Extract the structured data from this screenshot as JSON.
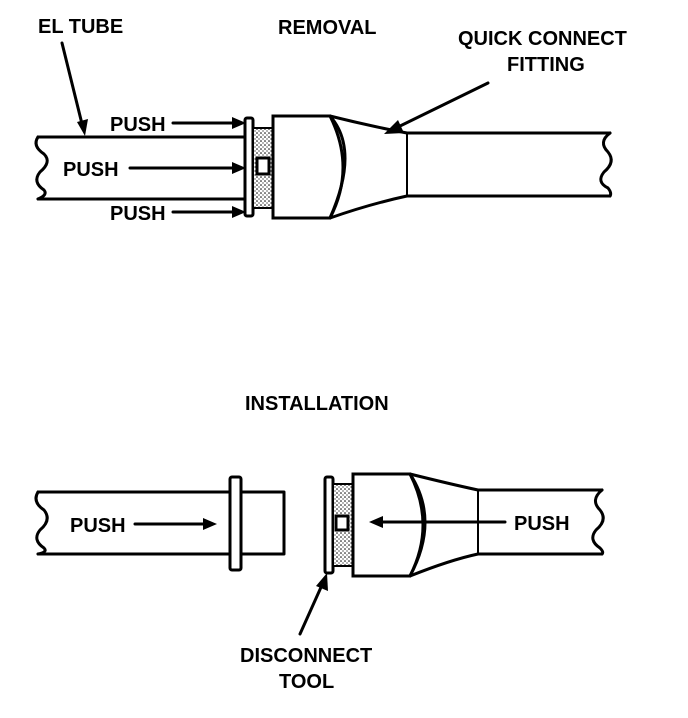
{
  "labels": {
    "el_tube": "EL TUBE",
    "removal": "REMOVAL",
    "quick_connect_line1": "QUICK CONNECT",
    "quick_connect_line2": "FITTING",
    "push_top": "PUSH",
    "push_middle": "PUSH",
    "push_bottom": "PUSH",
    "installation": "INSTALLATION",
    "push_left": "PUSH",
    "push_right": "PUSH",
    "disconnect_line1": "DISCONNECT",
    "disconnect_line2": "TOOL"
  }
}
